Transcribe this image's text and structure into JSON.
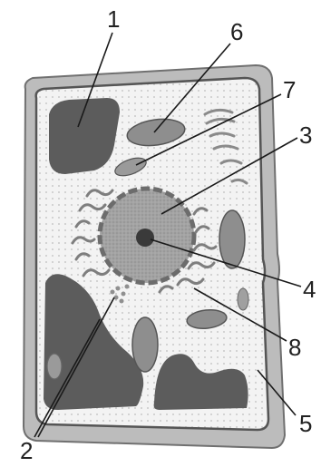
{
  "figure": {
    "labels": [
      {
        "id": "label-1",
        "text": "1"
      },
      {
        "id": "label-2",
        "text": "2"
      },
      {
        "id": "label-3",
        "text": "3"
      },
      {
        "id": "label-4",
        "text": "4"
      },
      {
        "id": "label-5",
        "text": "5"
      },
      {
        "id": "label-6",
        "text": "6"
      },
      {
        "id": "label-7",
        "text": "7"
      },
      {
        "id": "label-8",
        "text": "8"
      }
    ]
  },
  "colors": {
    "wall": "#b8b8b8",
    "wall_line": "#6a6a6a",
    "cytoplasm": "#f4f4f4",
    "vacuole": "#5a5a5a",
    "nucleus": "#9a9a9a",
    "organelle": "#8a8a8a"
  }
}
